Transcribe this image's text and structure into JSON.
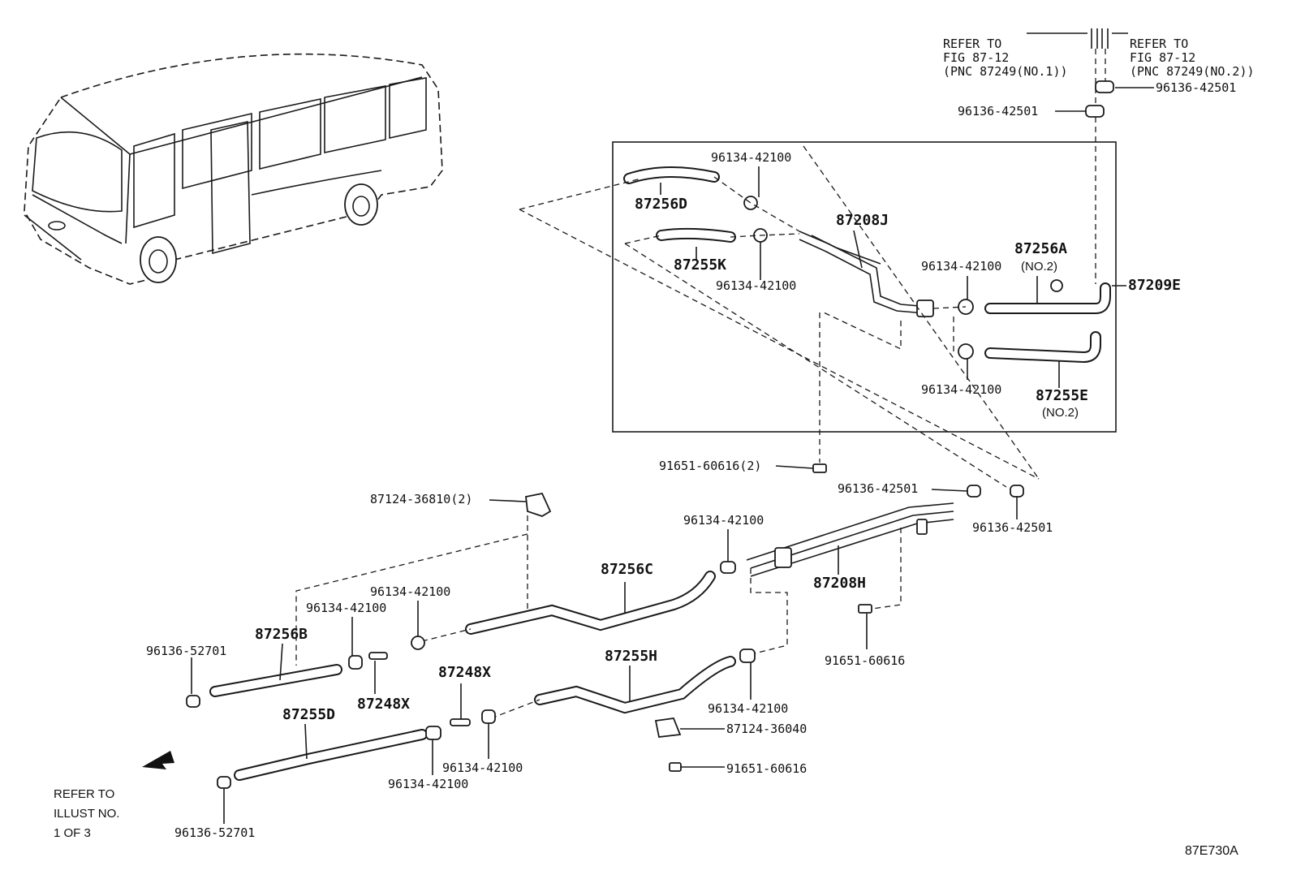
{
  "refs": {
    "top_left": [
      "REFER TO",
      "FIG 87-12",
      "(PNC 87249(NO.1))"
    ],
    "top_right": [
      "REFER TO",
      "FIG 87-12",
      "(PNC 87249(NO.2))"
    ],
    "bottom_left": [
      "REFER TO",
      "ILLUST NO.",
      "1 OF 3"
    ]
  },
  "labels": {
    "p96136_42501_a": "96136-42501",
    "p96136_42501_b": "96136-42501",
    "p96134_42100_a": "96134-42100",
    "p87256D": "87256D",
    "p87208J": "87208J",
    "p87255K": "87255K",
    "p96134_42100_b": "96134-42100",
    "p87256A": "87256A",
    "no2_a": "(NO.2)",
    "p96134_42100_c": "96134-42100",
    "p87209E": "87209E",
    "p96134_42100_d": "96134-42100",
    "p87255E": "87255E",
    "no2_b": "(NO.2)",
    "p91651_60616_2": "91651-60616(2)",
    "p96136_42501_c": "96136-42501",
    "p96136_42501_d": "96136-42501",
    "p87124_36810": "87124-36810(2)",
    "p96134_42100_e": "96134-42100",
    "p87256C": "87256C",
    "p87208H": "87208H",
    "p96134_42100_f": "96134-42100",
    "p96134_42100_g": "96134-42100",
    "p87256B": "87256B",
    "p96136_52701_a": "96136-52701",
    "p87248X_a": "87248X",
    "p87248X_b": "87248X",
    "p87255H": "87255H",
    "p91651_60616_a": "91651-60616",
    "p96134_42100_h": "96134-42100",
    "p87255D": "87255D",
    "p87124_36040": "87124-36040",
    "p91651_60616_b": "91651-60616",
    "p96134_42100_i": "96134-42100",
    "p96134_42100_j": "96134-42100",
    "p96136_52701_b": "96136-52701",
    "figure_id": "87E730A"
  }
}
